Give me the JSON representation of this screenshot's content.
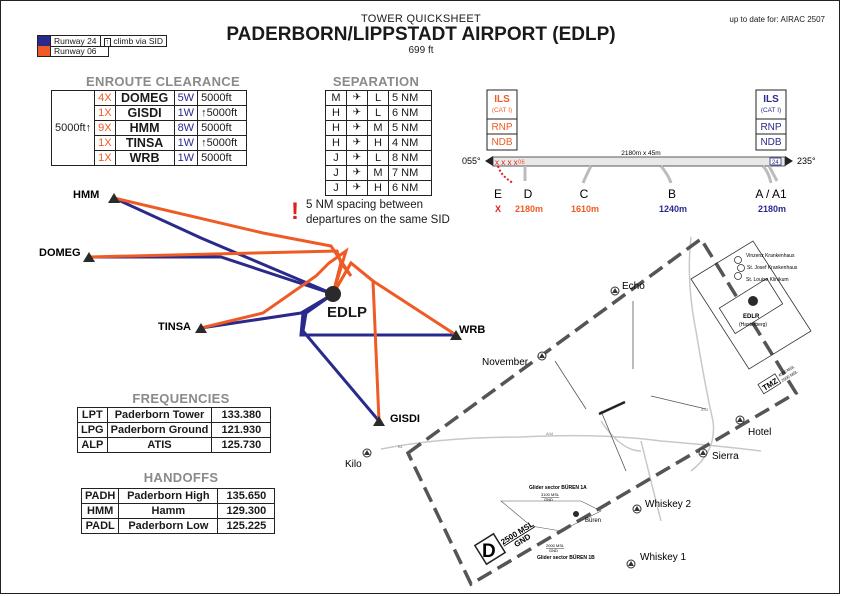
{
  "header": {
    "subtitle": "TOWER QUICKSHEET",
    "title": "PADERBORN/LIPPSTADT AIRPORT (EDLP)",
    "elevation": "699 ft",
    "airac": "up to date for: AIRAC 2507"
  },
  "legend": {
    "rwy24": "Runway 24",
    "rwy06": "Runway 06",
    "climb_note": "climb via SID",
    "rwy24_color": "#2a2a8c",
    "rwy06_color": "#ef5b25"
  },
  "enroute": {
    "heading": "ENROUTE CLEARANCE",
    "altitude": "5000ft",
    "rows": [
      {
        "rwy06": "4X",
        "fix": "DOMEG",
        "rwy24": "5W",
        "alt": "5000ft"
      },
      {
        "rwy06": "1X",
        "fix": "GISDI",
        "rwy24": "1W",
        "alt": "5000ft"
      },
      {
        "rwy06": "9X",
        "fix": "HMM",
        "rwy24": "8W",
        "alt": "5000ft"
      },
      {
        "rwy06": "1X",
        "fix": "TINSA",
        "rwy24": "1W",
        "alt": "5000ft"
      },
      {
        "rwy06": "1X",
        "fix": "WRB",
        "rwy24": "1W",
        "alt": "5000ft"
      }
    ]
  },
  "separation": {
    "heading": "SEPARATION",
    "rows": [
      {
        "lead": "M",
        "follow": "L",
        "dist": "5 NM"
      },
      {
        "lead": "H",
        "follow": "L",
        "dist": "6 NM"
      },
      {
        "lead": "H",
        "follow": "M",
        "dist": "5 NM"
      },
      {
        "lead": "H",
        "follow": "H",
        "dist": "4 NM"
      },
      {
        "lead": "J",
        "follow": "L",
        "dist": "8 NM"
      },
      {
        "lead": "J",
        "follow": "M",
        "dist": "7 NM"
      },
      {
        "lead": "J",
        "follow": "H",
        "dist": "6 NM"
      }
    ],
    "note_line1": "5 NM spacing between",
    "note_line2": "departures on the same SID",
    "note_mark": "!"
  },
  "runway": {
    "dims": "2180m x 45m",
    "hdg_left": "055°",
    "hdg_right": "235°",
    "thr_left": "06",
    "thr_right": "24",
    "approaches_06": [
      "ILS",
      "(CAT I)",
      "RNP",
      "NDB"
    ],
    "approaches_24": [
      "ILS",
      "(CAT I)",
      "RNP",
      "NDB"
    ],
    "intersections": [
      {
        "name": "E",
        "dist": "",
        "closed": "X"
      },
      {
        "name": "D",
        "dist": "2180m"
      },
      {
        "name": "C",
        "dist": "1610m"
      },
      {
        "name": "B",
        "dist": "1240m"
      },
      {
        "name": "A / A1",
        "dist": "2180m"
      }
    ]
  },
  "sid_map": {
    "airport": "EDLP",
    "fixes": [
      "HMM",
      "DOMEG",
      "TINSA",
      "WRB",
      "GISDI"
    ]
  },
  "frequencies": {
    "heading": "FREQUENCIES",
    "rows": [
      {
        "id": "LPT",
        "name": "Paderborn Tower",
        "freq": "133.380"
      },
      {
        "id": "LPG",
        "name": "Paderborn Ground",
        "freq": "121.930"
      },
      {
        "id": "ALP",
        "name": "ATIS",
        "freq": "125.730"
      }
    ]
  },
  "handoffs": {
    "heading": "HANDOFFS",
    "rows": [
      {
        "id": "PADH",
        "name": "Paderborn High",
        "freq": "135.650"
      },
      {
        "id": "HMM",
        "name": "Hamm",
        "freq": "129.300"
      },
      {
        "id": "PADL",
        "name": "Paderborn Low",
        "freq": "125.225"
      }
    ]
  },
  "vfr_map": {
    "points": [
      "Echo",
      "November",
      "Kilo",
      "Hotel",
      "Sierra",
      "Whiskey 2",
      "Whiskey 1"
    ],
    "hospitals": [
      "Vinzenz Krankenhaus",
      "St. Josef Krankenhaus",
      "St. Louise Klinikum"
    ],
    "edlr_name": "EDLR",
    "edlr_sub": "(Haxterberg)",
    "tmz": "TMZ",
    "tmz_limits": [
      "4500 MSL",
      "2500 MSL"
    ],
    "ctr_class": "D",
    "ctr_limits": [
      "2500 MSL",
      "GND"
    ],
    "glider_1a": "Glider sector BÜREN 1A",
    "glider_1a_limits": [
      "3100 MSL",
      "GND"
    ],
    "glider_1b": "Glider sector BÜREN 1B",
    "glider_1b_limits": [
      "2000 MSL",
      "GND"
    ],
    "bueren": "Büren",
    "road_a44": "A44",
    "road_a33": "A33",
    "road_b1": "B1"
  }
}
